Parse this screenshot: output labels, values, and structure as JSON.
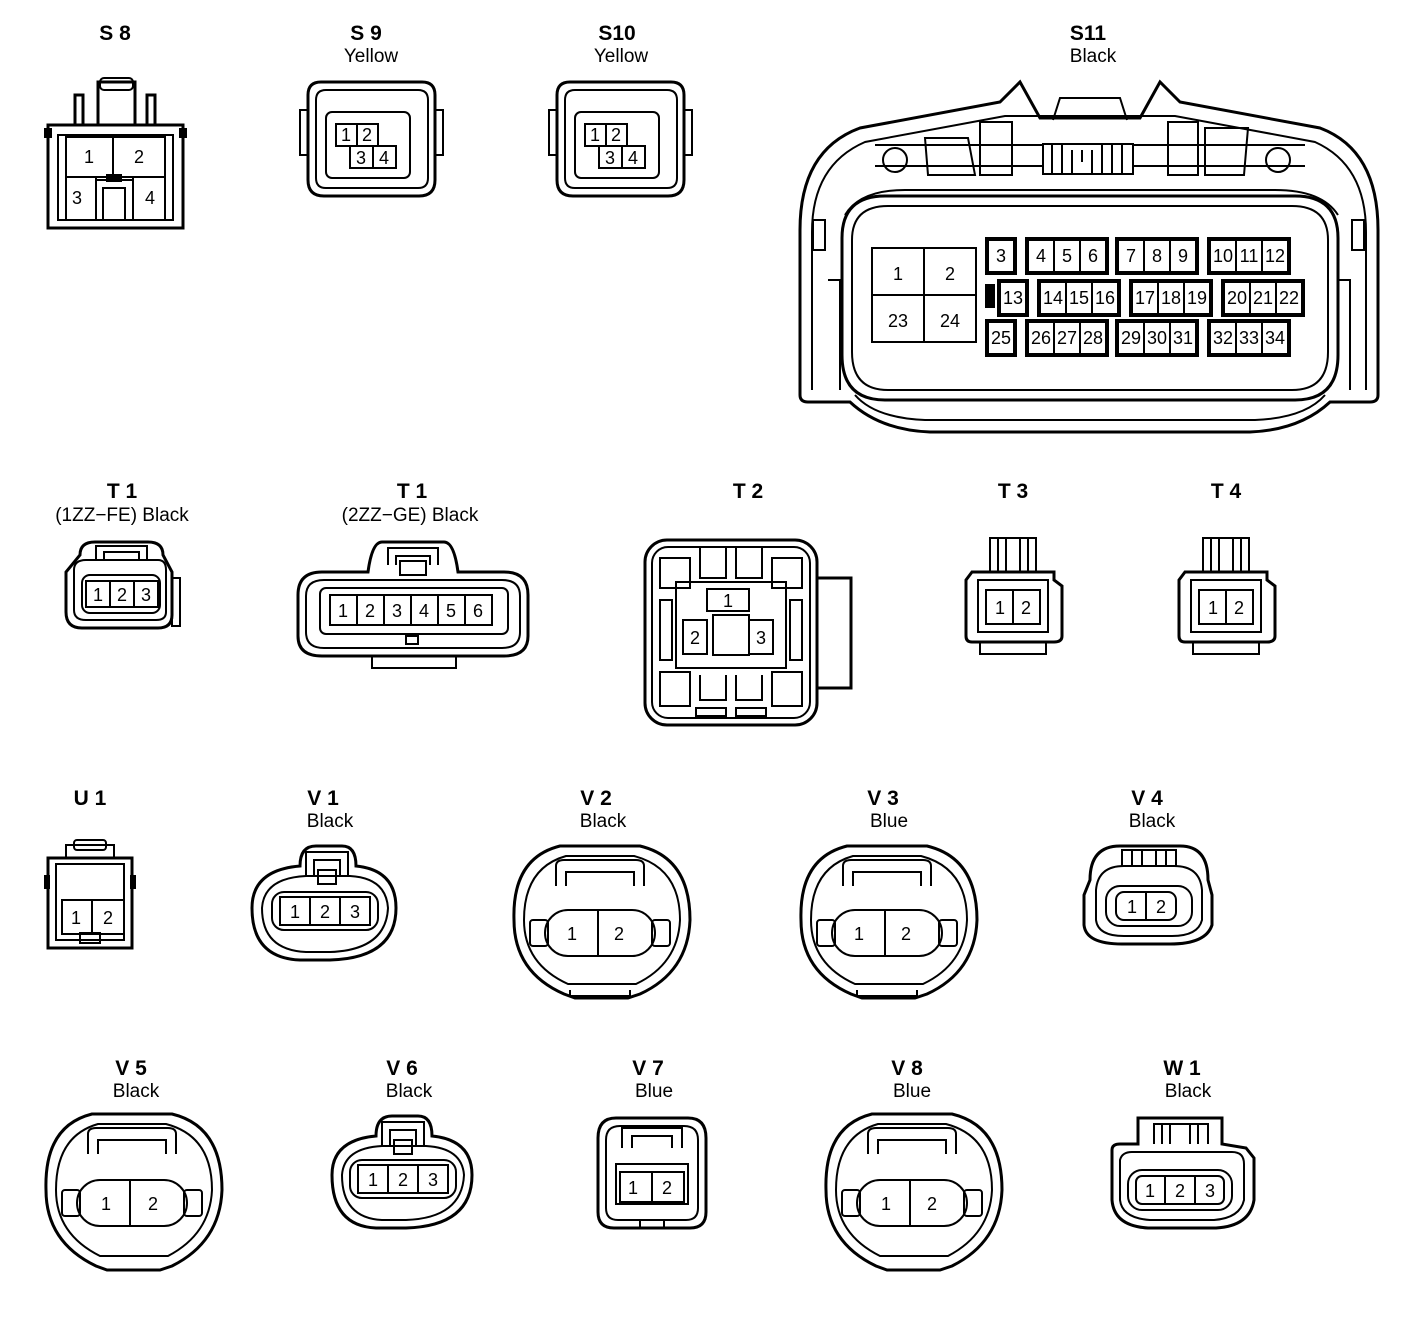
{
  "connectors": {
    "S8": {
      "title": "S 8",
      "color": ""
    },
    "S9": {
      "title": "S 9",
      "color": "Yellow"
    },
    "S10": {
      "title": "S10",
      "color": "Yellow"
    },
    "S11": {
      "title": "S11",
      "color": "Black"
    },
    "T1a": {
      "title": "T 1",
      "color": "(1ZZ−FE)  Black"
    },
    "T1b": {
      "title": "T 1",
      "color": "(2ZZ−GE)  Black"
    },
    "T2": {
      "title": "T 2",
      "color": ""
    },
    "T3": {
      "title": "T 3",
      "color": ""
    },
    "T4": {
      "title": "T 4",
      "color": ""
    },
    "U1": {
      "title": "U 1",
      "color": ""
    },
    "V1": {
      "title": "V 1",
      "color": "Black"
    },
    "V2": {
      "title": "V 2",
      "color": "Black"
    },
    "V3": {
      "title": "V 3",
      "color": "Blue"
    },
    "V4": {
      "title": "V 4",
      "color": "Black"
    },
    "V5": {
      "title": "V 5",
      "color": "Black"
    },
    "V6": {
      "title": "V 6",
      "color": "Black"
    },
    "V7": {
      "title": "V 7",
      "color": "Blue"
    },
    "V8": {
      "title": "V 8",
      "color": "Blue"
    },
    "W1": {
      "title": "W 1",
      "color": "Black"
    }
  },
  "pins": [
    "1",
    "2",
    "3",
    "4",
    "5",
    "6",
    "7",
    "8",
    "9",
    "10",
    "11",
    "12",
    "13",
    "14",
    "15",
    "16",
    "17",
    "18",
    "19",
    "20",
    "21",
    "22",
    "23",
    "24",
    "25",
    "26",
    "27",
    "28",
    "29",
    "30",
    "31",
    "32",
    "33",
    "34"
  ]
}
